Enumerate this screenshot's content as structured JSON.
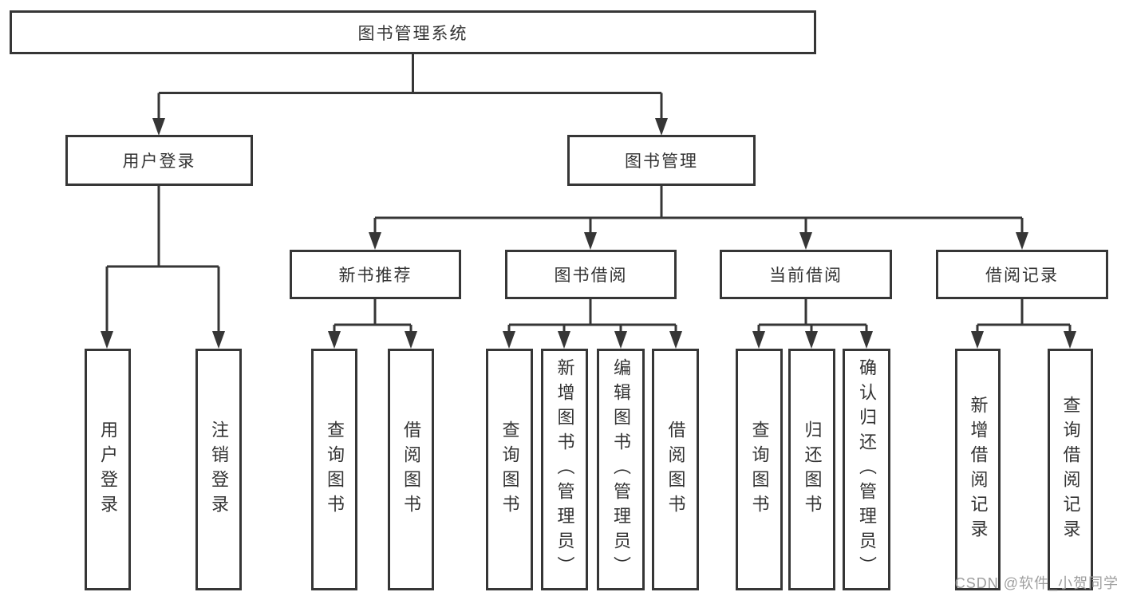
{
  "title": "图书管理系统",
  "watermark": "CSDN @软件_小贺同学",
  "colors": {
    "line": "#363636",
    "text": "#333333",
    "watermark_text": "#9e9e9e",
    "background": "#ffffff"
  },
  "tree": {
    "root": {
      "label": "图书管理系统",
      "children": [
        {
          "label": "用户登录",
          "children": [
            {
              "label": "用户登录"
            },
            {
              "label": "注销登录"
            }
          ]
        },
        {
          "label": "图书管理",
          "children": [
            {
              "label": "新书推荐",
              "children": [
                {
                  "label": "查询图书"
                },
                {
                  "label": "借阅图书"
                }
              ]
            },
            {
              "label": "图书借阅",
              "children": [
                {
                  "label": "查询图书"
                },
                {
                  "label": "新增图书（管理员）"
                },
                {
                  "label": "编辑图书（管理员）"
                },
                {
                  "label": "借阅图书"
                }
              ]
            },
            {
              "label": "当前借阅",
              "children": [
                {
                  "label": "查询图书"
                },
                {
                  "label": "归还图书"
                },
                {
                  "label": "确认归还（管理员）"
                }
              ]
            },
            {
              "label": "借阅记录",
              "children": [
                {
                  "label": "新增借阅记录"
                },
                {
                  "label": "查询借阅记录"
                }
              ]
            }
          ]
        }
      ]
    }
  }
}
